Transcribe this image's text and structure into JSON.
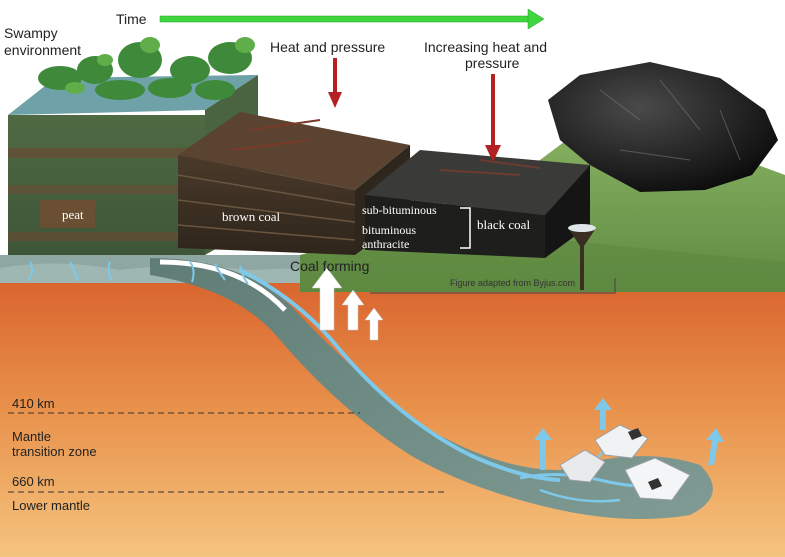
{
  "labels": {
    "time": "Time",
    "swampy": [
      "Swampy",
      "environment"
    ],
    "heat_pressure": "Heat and pressure",
    "increasing": [
      "Increasing heat and",
      "pressure"
    ],
    "peat": "peat",
    "brown_coal": "brown coal",
    "sub_bituminous": "sub-bituminous",
    "bituminous": "bituminous",
    "anthracite": "anthracite",
    "black_coal": "black coal",
    "coal_forming": "Coal forming",
    "credit": "Figure adapted from Byjus.com",
    "depth_410": "410 km",
    "mantle_transition": [
      "Mantle",
      "transition zone"
    ],
    "depth_660": "660 km",
    "lower_mantle": "Lower mantle"
  },
  "colors": {
    "time_arrow": "#3dd63d",
    "pressure_arrow": "#b22222",
    "mantle_top": "#e07a3c",
    "mantle_bottom": "#f2b870",
    "slab": "#6f8f86",
    "water": "#7ec8ea",
    "ground": "#7fa85a"
  }
}
